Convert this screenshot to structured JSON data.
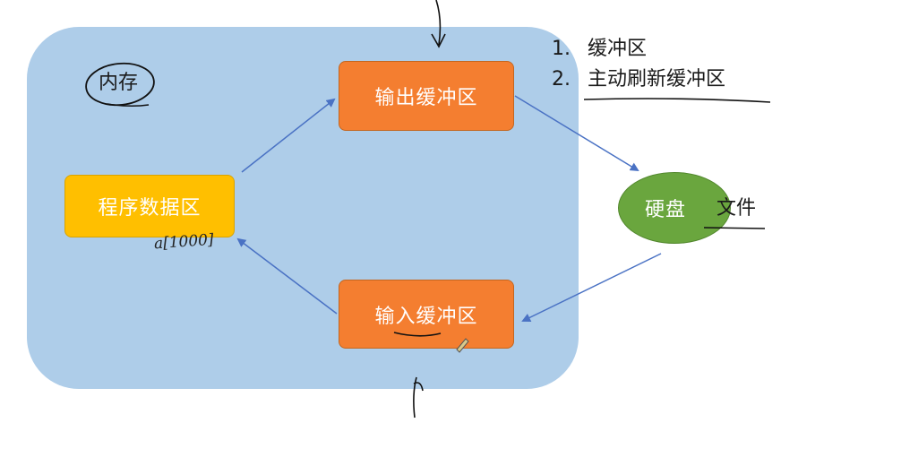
{
  "diagram": {
    "memory_label": "内存",
    "output_buffer": "输出缓冲区",
    "program_data": "程序数据区",
    "input_buffer": "输入缓冲区",
    "disk": "硬盘",
    "file_label": "文件",
    "annotation_scribble": "a[1000]",
    "steps": [
      {
        "num": "1.",
        "text": "缓冲区"
      },
      {
        "num": "2.",
        "text": "主动刷新缓冲区"
      }
    ]
  },
  "colors": {
    "memory_bg": "#aecde9",
    "buffer_orange": "#f47e30",
    "program_yellow": "#ffbf00",
    "disk_green": "#6aa63e",
    "arrow_blue": "#4a72c4"
  }
}
